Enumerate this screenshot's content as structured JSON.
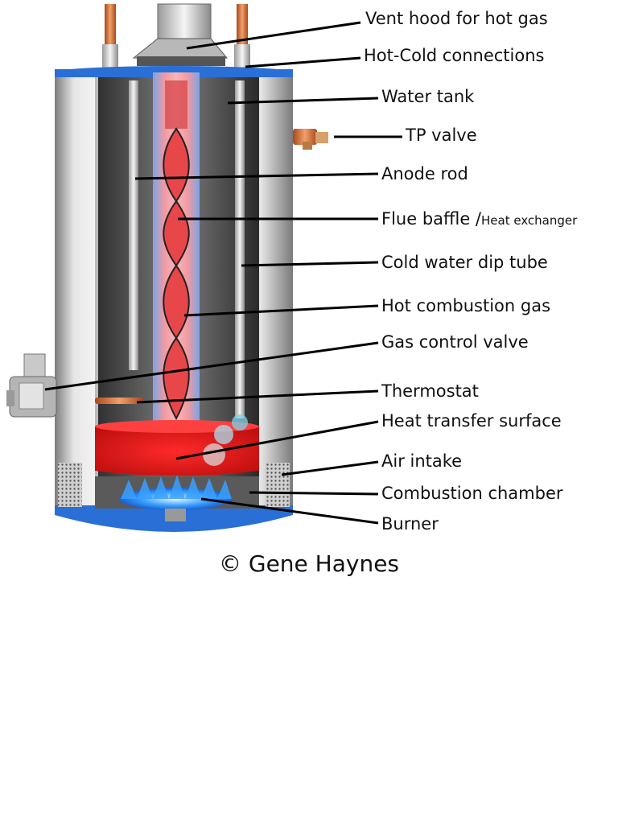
{
  "labels": {
    "vent_hood": "Vent hood for hot gas",
    "hot_cold_connections": "Hot-Cold connections",
    "water_tank": "Water tank",
    "tp_valve": "TP valve",
    "anode_rod": "Anode rod",
    "flue_baffle": "Flue baffle /",
    "heat_exchanger": "Heat exchanger",
    "cold_water_dip_tube": "Cold water dip tube",
    "hot_combustion_gas": "Hot combustion gas",
    "gas_control_valve": "Gas control valve",
    "thermostat": "Thermostat",
    "heat_transfer_surface": "Heat transfer surface",
    "air_intake": "Air intake",
    "combustion_chamber": "Combustion chamber",
    "burner": "Burner"
  },
  "credit": "© Gene Haynes",
  "colors": {
    "tank_blue": "#2a6fd6",
    "flue_glow": "#e8474a",
    "heat_surface": "#e41e1e",
    "copper": "#c8632a",
    "flame_blue": "#3aa0ff"
  }
}
